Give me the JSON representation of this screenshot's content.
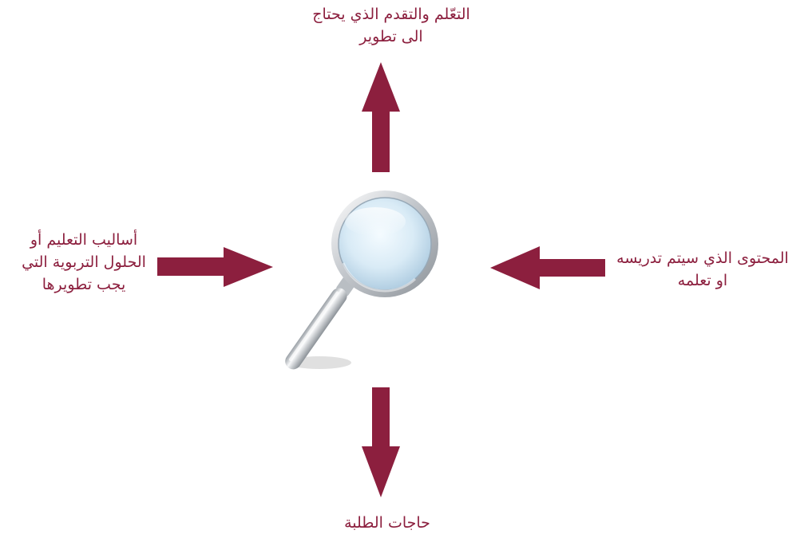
{
  "diagram": {
    "accent_color": "#8c1f3e",
    "center_icon": "magnifying-glass-icon",
    "labels": {
      "top": [
        "التعّلم والتقدم الذي يحتاج",
        "الى تطوير"
      ],
      "right": [
        "المحتوى الذي سيتم تدريسه",
        "او تعلمه"
      ],
      "left": [
        "أساليب التعليم أو",
        "الحلول التربوية التي",
        "يجب تطويرها"
      ],
      "bottom": [
        "حاجات الطلبة"
      ]
    }
  }
}
